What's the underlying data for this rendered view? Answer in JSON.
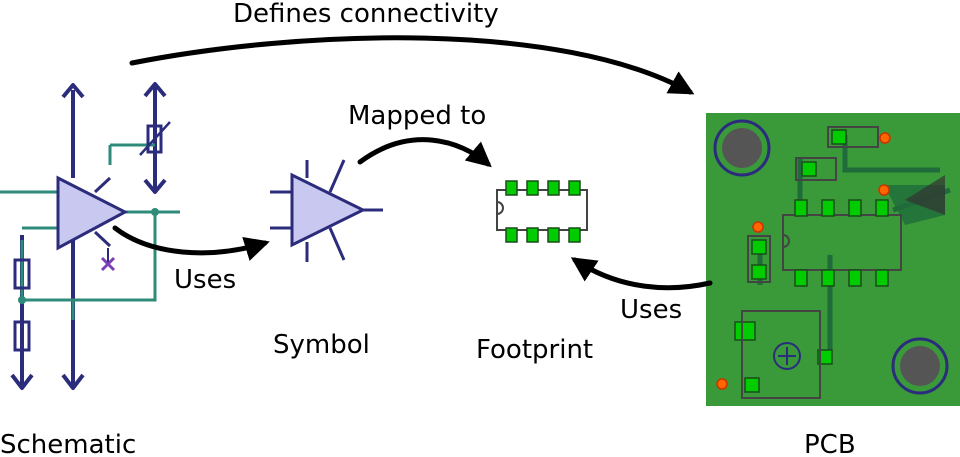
{
  "labels": {
    "defines": "Defines connectivity",
    "mapped": "Mapped to",
    "uses_left": "Uses",
    "uses_right": "Uses",
    "symbol": "Symbol",
    "footprint": "Footprint",
    "schematic": "Schematic",
    "pcb": "PCB"
  },
  "colors": {
    "arrow": "#000000",
    "wire": "#2e8b7a",
    "component": "#2c2c7c",
    "symbol_fill": "#c8c8f0",
    "pcb_board": "#3a9a3a",
    "pcb_trace": "#1f6b3a",
    "pad": "#00cc00",
    "pad_outline": "#1a4d1a",
    "drill": "#ff6600",
    "hole": "#555555"
  },
  "icons": [
    "op-amp-symbol",
    "resistor",
    "potentiometer",
    "dip8-footprint",
    "pcb-board",
    "mounting-hole",
    "trimmer"
  ]
}
